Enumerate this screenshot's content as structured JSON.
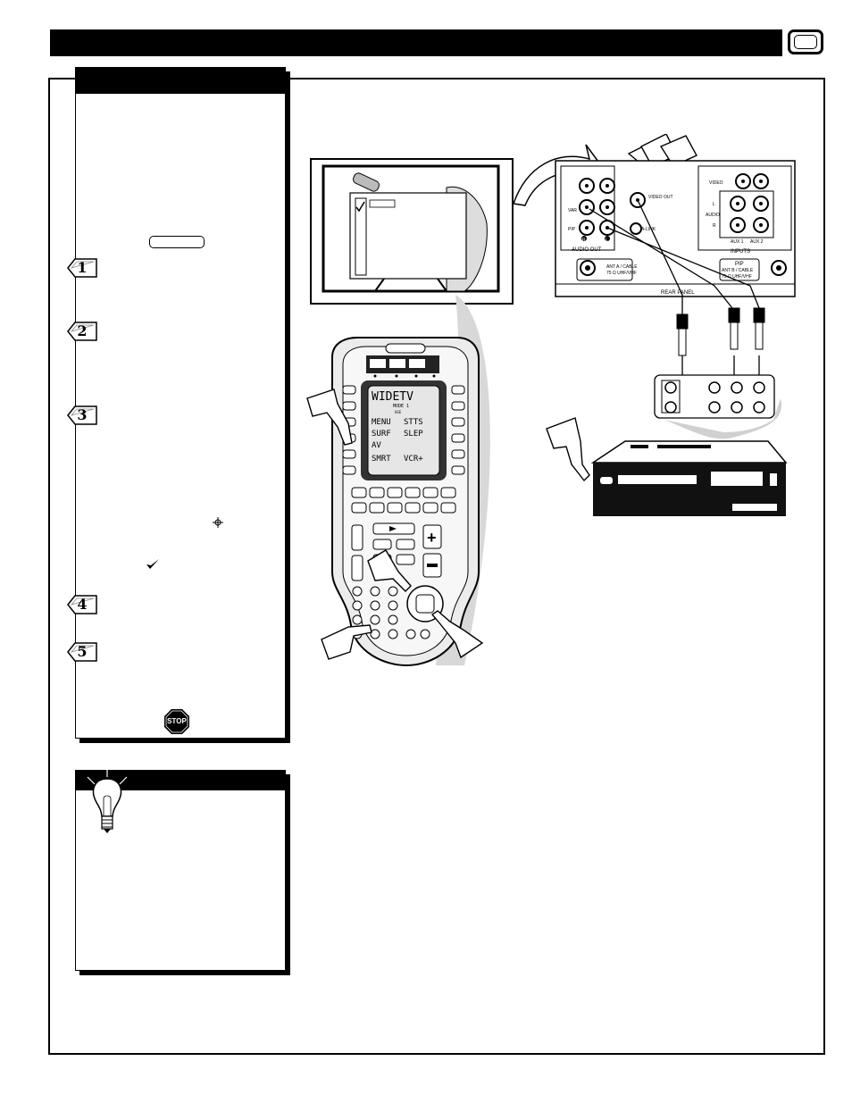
{
  "header": {
    "page_badge": ""
  },
  "steps": {
    "numbers": [
      "1",
      "2",
      "3",
      "4",
      "5"
    ],
    "stop_label": "STOP"
  },
  "remote": {
    "lcd_title": "WIDETV",
    "lcd_mode": "MODE 1",
    "lcd_sub": "USE",
    "lcd_rows": [
      [
        "MENU",
        "STTS"
      ],
      [
        "SURF",
        "SLEP"
      ],
      [
        "AV",
        ""
      ],
      [
        "SMRT",
        "VCR+"
      ]
    ]
  },
  "rear_panel": {
    "label": "REAR PANEL",
    "audio_out": "AUDIO OUT",
    "var": "VAR",
    "pip": "PIP",
    "r": "R",
    "l": "L",
    "video_out": "VIDEO OUT",
    "alink": "A-LINK",
    "video": "VIDEO",
    "audio_l": "L",
    "audio": "AUDIO",
    "audio_r": "R",
    "aux1": "AUX 1",
    "aux2": "AUX 2",
    "inputs": "INPUTS",
    "ant_a": "ANT A / CABLE",
    "ant_a_sub": "75 Ω UHF/VHF",
    "pip_in": "PIP",
    "ant_b": "ANT B / CABLE",
    "ant_b_sub": "75 Ω UHF/VHF"
  },
  "icons": [
    "tv-page-icon",
    "step-arrow-icon",
    "cursor-icon",
    "checkmark-icon",
    "stop-sign-icon",
    "light-bulb-icon",
    "pointing-hand-icon"
  ]
}
